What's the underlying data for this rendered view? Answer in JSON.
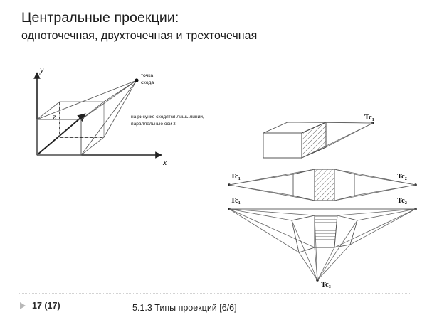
{
  "slide": {
    "title_line1": "Центральные проекции:",
    "title_line2": "одноточечная, двухточечная и трехточечная"
  },
  "left_figure": {
    "name": "one-point-perspective-axes-diagram",
    "axis_y": "y",
    "axis_x": "x",
    "axis_z": "z",
    "vanishing_point_label_line1": "точка",
    "vanishing_point_label_line2": "схода",
    "note_line1": "на рисунке  сходятся лишь линии,",
    "note_line2": "параллельные оси z"
  },
  "right_figures": {
    "one_point": {
      "name": "one-point-perspective-box",
      "vp1": "Tc₁"
    },
    "two_point": {
      "name": "two-point-perspective-box",
      "vp1": "Tc₁",
      "vp2": "Tc₂"
    },
    "three_point": {
      "name": "three-point-perspective-box",
      "vp1": "Tc₁",
      "vp2": "Tc₂",
      "vp3": "Tc₃"
    }
  },
  "footer": {
    "page": "17 (17)",
    "section": "5.1.3 Типы проекций  [6/6]"
  },
  "colors": {
    "text": "#1a1a1a",
    "rule": "#d3d3d3",
    "line": "#3a3a3a",
    "hatch": "#555555",
    "marker": "#b8b8b8"
  }
}
